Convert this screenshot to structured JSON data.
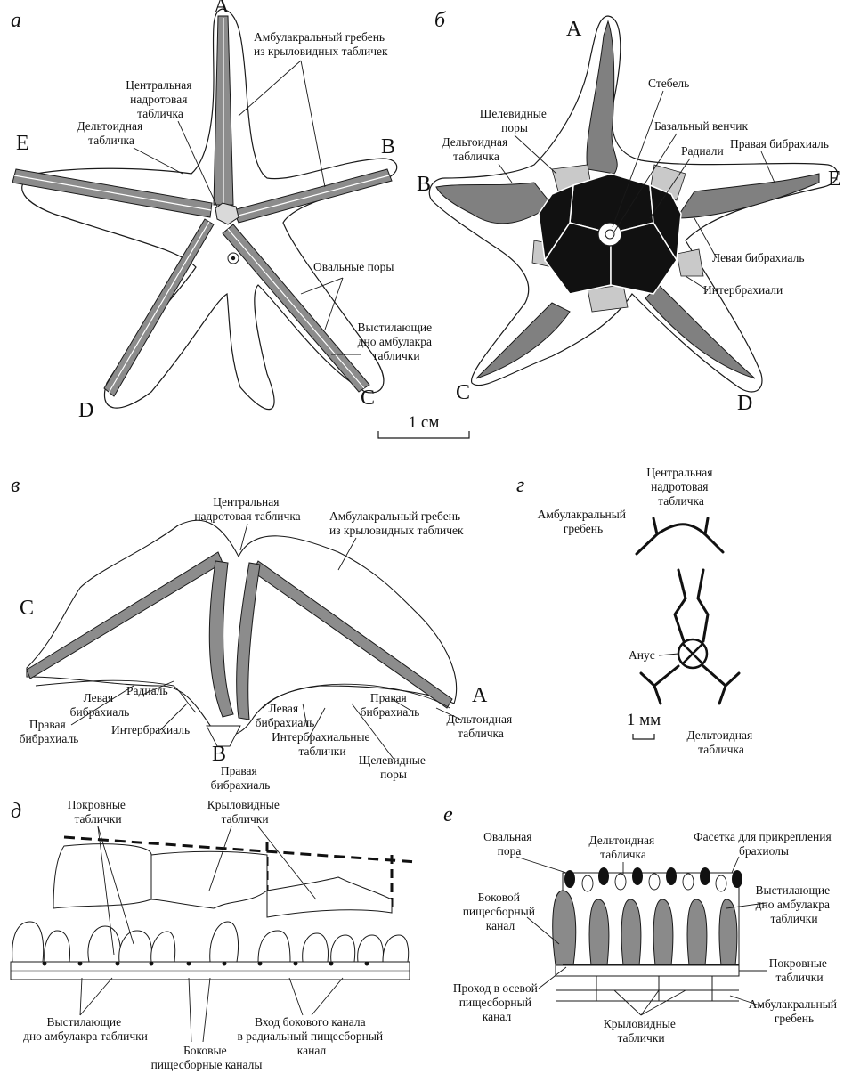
{
  "panels": {
    "a": {
      "letter": "а",
      "arms": [
        "A",
        "B",
        "C",
        "D",
        "E"
      ],
      "labels": {
        "ambulacral_ridge": [
          "Амбулакральный гребень",
          "из крыловидных табличек"
        ],
        "central_plate": [
          "Центральная",
          "надротовая",
          "табличка"
        ],
        "deltoid": [
          "Дельтоидная",
          "табличка"
        ],
        "oval_pores": [
          "Овальные поры"
        ],
        "lining_plates": [
          "Выстилающие",
          "дно амбулакра",
          "таблички"
        ]
      }
    },
    "b": {
      "letter": "б",
      "arms": [
        "A",
        "B",
        "C",
        "D",
        "E"
      ],
      "labels": {
        "stem": [
          "Стебель"
        ],
        "slit_pores": [
          "Щелевидные",
          "поры"
        ],
        "basal_circlet": [
          "Базальный венчик"
        ],
        "deltoid": [
          "Дельтоидная",
          "табличка"
        ],
        "radials": [
          "Радиали"
        ],
        "right_bibrachial": [
          "Правая бибрахиаль"
        ],
        "left_bibrachial": [
          "Левая бибрахиаль"
        ],
        "interbrachials": [
          "Интербрахиали"
        ]
      }
    },
    "scale_cm": "1 см",
    "v": {
      "letter": "в",
      "arms": [
        "C",
        "B",
        "A"
      ],
      "labels": {
        "central_plate": [
          "Центральная",
          "надротовая табличка"
        ],
        "ambulacral_ridge": [
          "Амбулакральный гребень",
          "из крыловидных табличек"
        ],
        "left_bibrachial_1": [
          "Левая",
          "бибрахиаль"
        ],
        "radial": [
          "Радиаль"
        ],
        "right_bibrachial_1": [
          "Правая",
          "бибрахиаль"
        ],
        "interbrachial": [
          "Интербрахиаль"
        ],
        "right_bibrachial_2": [
          "Правая",
          "бибрахиаль"
        ],
        "left_bibrachial_2": [
          "Левая",
          "бибрахиаль"
        ],
        "interbrachial_plates": [
          "Интербрахиальные",
          "таблички"
        ],
        "right_bibrachial_3": [
          "Правая",
          "бибрахиаль"
        ],
        "deltoid": [
          "Дельтоидная",
          "табличка"
        ],
        "slit_pores": [
          "Щелевидные",
          "поры"
        ]
      }
    },
    "g": {
      "letter": "г",
      "labels": {
        "central_plate": [
          "Центральная",
          "надротовая",
          "табличка"
        ],
        "ambulacral_ridge": [
          "Амбулакральный",
          "гребень"
        ],
        "anus": [
          "Анус"
        ],
        "deltoid": [
          "Дельтоидная",
          "табличка"
        ]
      },
      "scale_mm": "1 мм"
    },
    "d": {
      "letter": "д",
      "labels": {
        "covering_plates": [
          "Покровные",
          "таблички"
        ],
        "wing_plates": [
          "Крыловидные",
          "таблички"
        ],
        "lining_plates": [
          "Выстилающие",
          "дно амбулакра таблички"
        ],
        "lateral_canals": [
          "Боковые",
          "пищесборные каналы"
        ],
        "canal_entrance": [
          "Вход бокового канала",
          "в радиальный пищесборный",
          "канал"
        ]
      }
    },
    "e": {
      "letter": "е",
      "labels": {
        "oval_pore": [
          "Овальная",
          "пора"
        ],
        "deltoid": [
          "Дельтоидная",
          "табличка"
        ],
        "facet": [
          "Фасетка для прикрепления",
          "брахиолы"
        ],
        "lateral_canal": [
          "Боковой",
          "пищесборный",
          "канал"
        ],
        "lining_plates": [
          "Выстилающие",
          "дно амбулакра",
          "таблички"
        ],
        "covering_plates": [
          "Покровные",
          "таблички"
        ],
        "passage": [
          "Проход в осевой",
          "пищесборный",
          "канал"
        ],
        "wing_plates": [
          "Крыловидные",
          "таблички"
        ],
        "ambulacral_ridge": [
          "Амбулакральный",
          "гребень"
        ]
      }
    }
  },
  "colors": {
    "dark_gray": "#808080",
    "mid_gray": "#a9a9a9",
    "light_gray": "#cfcfcf",
    "black": "#111111",
    "white": "#ffffff"
  }
}
